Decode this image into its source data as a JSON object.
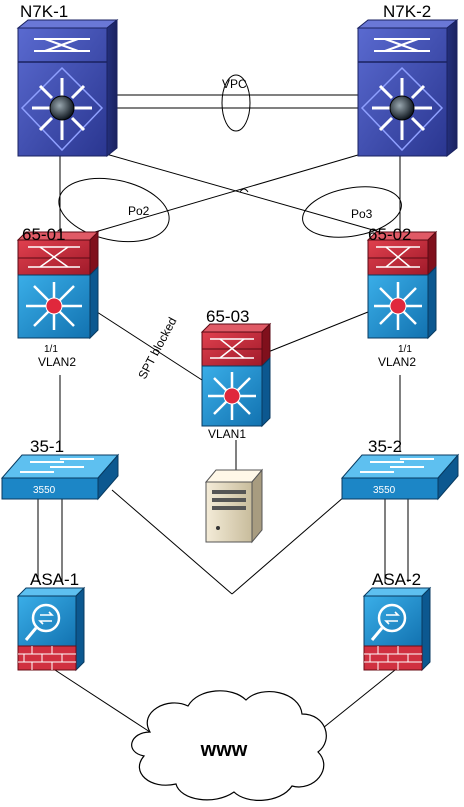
{
  "nodes": {
    "n7k1": {
      "label": "N7K-1"
    },
    "n7k2": {
      "label": "N7K-2"
    },
    "sw6501": {
      "label": "65-01",
      "port": "1/1",
      "vlan": "VLAN2"
    },
    "sw6502": {
      "label": "65-02",
      "port": "1/1",
      "vlan": "VLAN2"
    },
    "sw6503": {
      "label": "65-03",
      "vlan": "VLAN1"
    },
    "sw351": {
      "label": "35-1",
      "model": "3550"
    },
    "sw352": {
      "label": "35-2",
      "model": "3550"
    },
    "asa1": {
      "label": "ASA-1"
    },
    "asa2": {
      "label": "ASA-2"
    },
    "internet": {
      "label": "www"
    }
  },
  "links": {
    "vpc_label": "VPC",
    "po2_label": "Po2",
    "po3_label": "Po3",
    "spt_label": "SPT blocked"
  },
  "colors": {
    "nexus_body": "#3c4cb0",
    "cat6500_red": "#c8283a",
    "cat6500_blue": "#1e8fd0",
    "switch_3550": "#1e8fd0",
    "asa_blue": "#1e8fd0",
    "firewall_brick": "#d03040"
  }
}
